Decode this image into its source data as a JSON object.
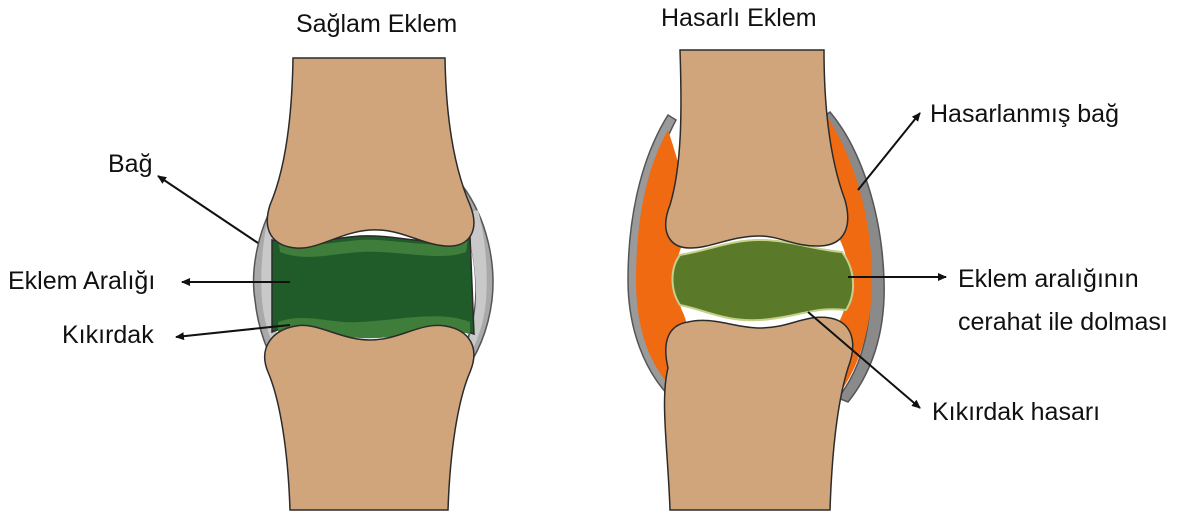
{
  "healthy": {
    "title": "Sağlam Eklem",
    "labels": {
      "ligament": "Bağ",
      "joint_space": "Eklem Aralığı",
      "cartilage": "Kıkırdak"
    }
  },
  "damaged": {
    "title": "Hasarlı Eklem",
    "labels": {
      "damaged_ligament": "Hasarlanmış bağ",
      "pus_line1": "Eklem aralığının",
      "pus_line2": "cerahat ile dolması",
      "cartilage_damage": "Kıkırdak hasarı"
    }
  },
  "colors": {
    "bone": "#d1a57c",
    "bone_outline": "#2b2b2b",
    "joint_space_healthy": "#1f5c2a",
    "cartilage_healthy": "#3f7d3a",
    "joint_space_damaged": "#5a7a2a",
    "ligament": "#a8a8a8",
    "inflammation": "#f06a12"
  }
}
